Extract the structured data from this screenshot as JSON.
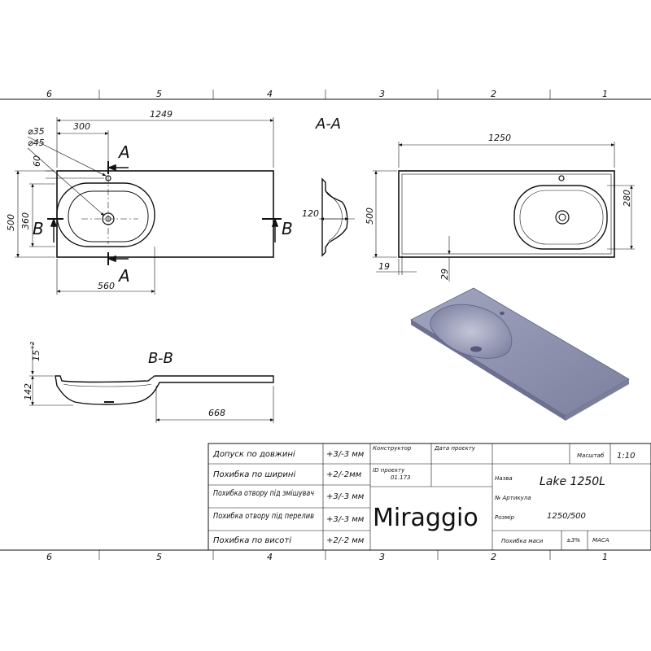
{
  "zones_top": [
    "6",
    "5",
    "4",
    "3",
    "2",
    "1"
  ],
  "zones_bottom": [
    "6",
    "5",
    "4",
    "3",
    "2",
    "1"
  ],
  "view_top": {
    "dim_length": "1249",
    "dim_300": "300",
    "dim_d35": "35",
    "dim_d45": "45",
    "dim_60": "60",
    "dim_500": "500",
    "dim_360": "360",
    "dim_560": "560",
    "mark_a": "A",
    "mark_b": "B"
  },
  "section_aa": {
    "title": "A-A",
    "dim_120": "120"
  },
  "view_right": {
    "dim_length": "1250",
    "dim_500": "500",
    "dim_280": "280",
    "dim_19": "19",
    "dim_29": "29"
  },
  "section_bb": {
    "title": "B-B",
    "dim_15": "15",
    "dim_15_sup": "+2",
    "dim_142": "142",
    "dim_668": "668"
  },
  "title_block": {
    "rows": [
      {
        "label": "Допуск по довжині",
        "value": "+3/-3 мм"
      },
      {
        "label": "Похибка по ширині",
        "value": "+2/-2мм"
      },
      {
        "label": "Похибка отвору під змішувач",
        "value": "+3/-3 мм"
      },
      {
        "label": "Похибка отвору під перелив",
        "value": "+3/-3 мм"
      },
      {
        "label": "Похибка по висоті",
        "value": "+2/-2 мм"
      }
    ],
    "designer_label": "Конструктор",
    "project_date_label": "Дата проєкту",
    "project_id_label": "ID проєкту",
    "project_id_value": "01.173",
    "brand": "Miraggio",
    "scale_label": "Масштаб",
    "scale_value": "1:10",
    "name_label": "Назва",
    "name_value": "Lake 1250L",
    "article_label": "№ Артикула",
    "size_label": "Розмір",
    "size_value": "1250/500",
    "mass_error_label": "Похибка маси",
    "mass_error_value": "±3%",
    "mass_label": "МАСА"
  },
  "colors": {
    "render_fill": "#8f92ad",
    "render_dark": "#6d7090",
    "line": "#111111"
  }
}
